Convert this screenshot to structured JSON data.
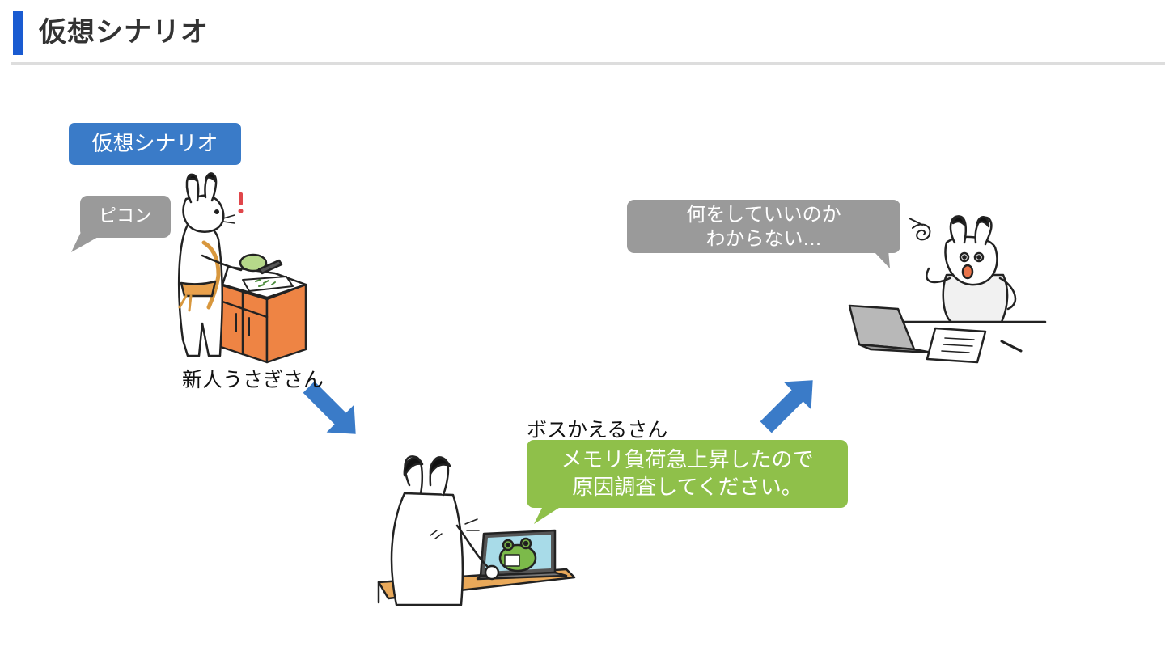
{
  "header": {
    "title": "仮想シナリオ",
    "accent_color": "#1a5bd1"
  },
  "scenario_tag": {
    "label": "仮想シナリオ",
    "color": "#3a7bc8"
  },
  "scenes": {
    "cooking": {
      "sound_bubble": "ピコン",
      "character_label": "新人うさぎさん"
    },
    "boss_call": {
      "speaker_label": "ボスかえるさん",
      "message_lines": [
        "メモリ負荷急上昇したので",
        "原因調査してください。"
      ],
      "bubble_color": "#8fc04a"
    },
    "confused": {
      "thought_lines": [
        "何をしていいのか",
        "わからない..."
      ]
    }
  },
  "flow_arrows": {
    "color": "#3a7bc8",
    "icons": [
      "arrow-down-right-icon",
      "arrow-up-right-icon"
    ]
  },
  "colors": {
    "gray_bubble": "#9a9a9a",
    "kitchen_counter": "#ee8444"
  }
}
